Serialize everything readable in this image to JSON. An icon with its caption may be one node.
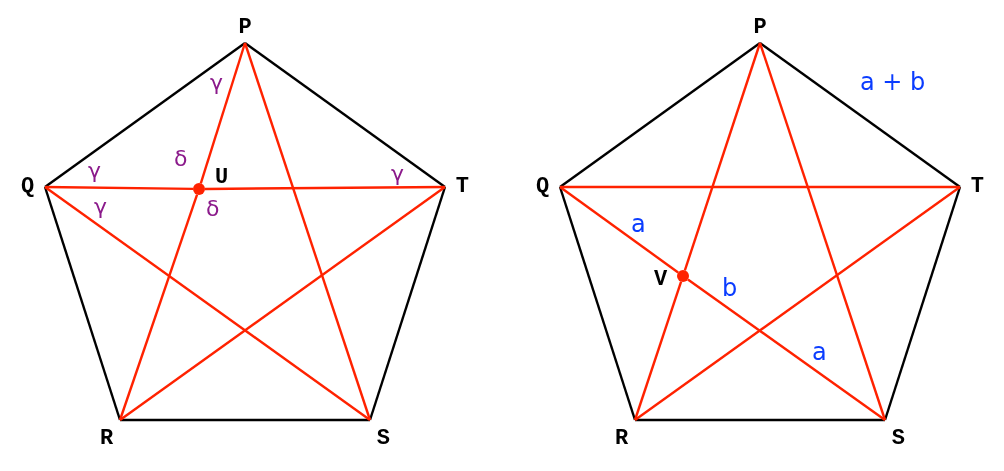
{
  "diagram": {
    "nodes": [
      {
        "text": [
          "P"
        ]
      },
      {
        "text": [
          "Q"
        ]
      },
      {
        "text": [
          "R"
        ]
      },
      {
        "text": [
          "S"
        ]
      },
      {
        "text": [
          "T"
        ]
      },
      {
        "text": [],
        "shape": "circle",
        "beside": [
          "U"
        ]
      },
      {
        "text": [
          "P"
        ]
      },
      {
        "text": [
          "Q"
        ]
      },
      {
        "text": [
          "R"
        ]
      },
      {
        "text": [
          "S"
        ]
      },
      {
        "text": [
          "T"
        ]
      },
      {
        "text": [],
        "shape": "circle",
        "beside": [
          "V"
        ]
      }
    ],
    "edges": [
      {
        "from": 0,
        "to": 1,
        "arrow": "none",
        "color": "#000000"
      },
      {
        "from": 1,
        "to": 2,
        "arrow": "none",
        "color": "#000000"
      },
      {
        "from": 2,
        "to": 3,
        "arrow": "none",
        "color": "#000000"
      },
      {
        "from": 3,
        "to": 4,
        "arrow": "none",
        "color": "#000000"
      },
      {
        "from": 4,
        "to": 0,
        "arrow": "none",
        "color": "#000000"
      },
      {
        "from": 0,
        "to": 5,
        "arrow": "none"
      },
      {
        "from": 5,
        "to": 2,
        "arrow": "none"
      },
      {
        "from": 0,
        "to": 3,
        "arrow": "none"
      },
      {
        "from": 1,
        "to": 5,
        "arrow": "none"
      },
      {
        "from": 5,
        "to": 4,
        "arrow": "none"
      },
      {
        "from": 1,
        "to": 3,
        "arrow": "none"
      },
      {
        "from": 2,
        "to": 4,
        "arrow": "none"
      },
      {
        "from": 6,
        "to": 7,
        "arrow": "none",
        "color": "#000000"
      },
      {
        "from": 7,
        "to": 8,
        "arrow": "none",
        "color": "#000000"
      },
      {
        "from": 8,
        "to": 9,
        "arrow": "none",
        "color": "#000000"
      },
      {
        "from": 9,
        "to": 10,
        "arrow": "none",
        "color": "#000000"
      },
      {
        "from": 10,
        "to": 6,
        "arrow": "none",
        "color": "#000000"
      },
      {
        "from": 6,
        "to": 11,
        "arrow": "none"
      },
      {
        "from": 11,
        "to": 8,
        "arrow": "none"
      },
      {
        "from": 6,
        "to": 9,
        "arrow": "none"
      },
      {
        "from": 7,
        "to": 10,
        "arrow": "none"
      },
      {
        "from": 7,
        "to": 11,
        "arrow": "none"
      },
      {
        "from": 11,
        "to": 9,
        "arrow": "none"
      },
      {
        "from": 8,
        "to": 10,
        "arrow": "none"
      }
    ],
    "labels": [
      "γ",
      "δ",
      "γ",
      "γ",
      "γ",
      "δ",
      "a + b",
      "a",
      "b",
      "a"
    ]
  }
}
